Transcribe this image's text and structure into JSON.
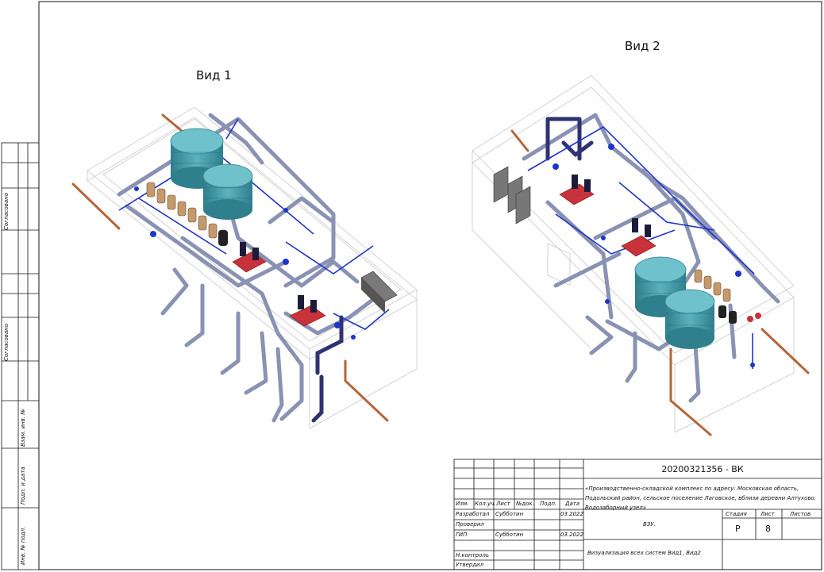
{
  "views": [
    {
      "id": "view1",
      "title": "Вид 1"
    },
    {
      "id": "view2",
      "title": "Вид 2"
    }
  ],
  "side_stamp": [
    "Согласовано",
    "Согласовано",
    "Взам. инв. №",
    "Подп. и дата",
    "Инв. № подл."
  ],
  "title_block": {
    "code": "20200321356 - ВК",
    "project": "«Производственно-складской комплекс по адресу: Московская область, Подольский район, сельское поселение Лаговское, вблизи деревни Алтухово. Водозаборный узел»",
    "headers": [
      "Изм.",
      "Кол.уч.",
      "Лист",
      "№док.",
      "Подп.",
      "Дата"
    ],
    "rows": [
      {
        "role": "Разработал",
        "name": "Субботин",
        "date": "03.2022"
      },
      {
        "role": "Проверил",
        "name": "",
        "date": ""
      },
      {
        "role": "ГИП",
        "name": "Субботин",
        "date": "03.2022"
      },
      {
        "role": "Н.контроль",
        "name": "",
        "date": ""
      },
      {
        "role": "Утвердил",
        "name": "",
        "date": ""
      }
    ],
    "object": "ВЗУ.",
    "stage_label": "Стадия",
    "sheet_label": "Лист",
    "sheets_label": "Листов",
    "stage": "Р",
    "sheet": "8",
    "sheets": "",
    "drawing_title": "Визуализация всех систем Вид1, Вид2"
  },
  "colors": {
    "pipe": "#8a92b4",
    "pipe_dark": "#2e3372",
    "tank": "#3f9aa8",
    "tank_light": "#6fc2cc",
    "pump": "#c8323a",
    "copper": "#b5653a",
    "blue": "#1e35c8",
    "cabinet": "#6f6f6f"
  }
}
